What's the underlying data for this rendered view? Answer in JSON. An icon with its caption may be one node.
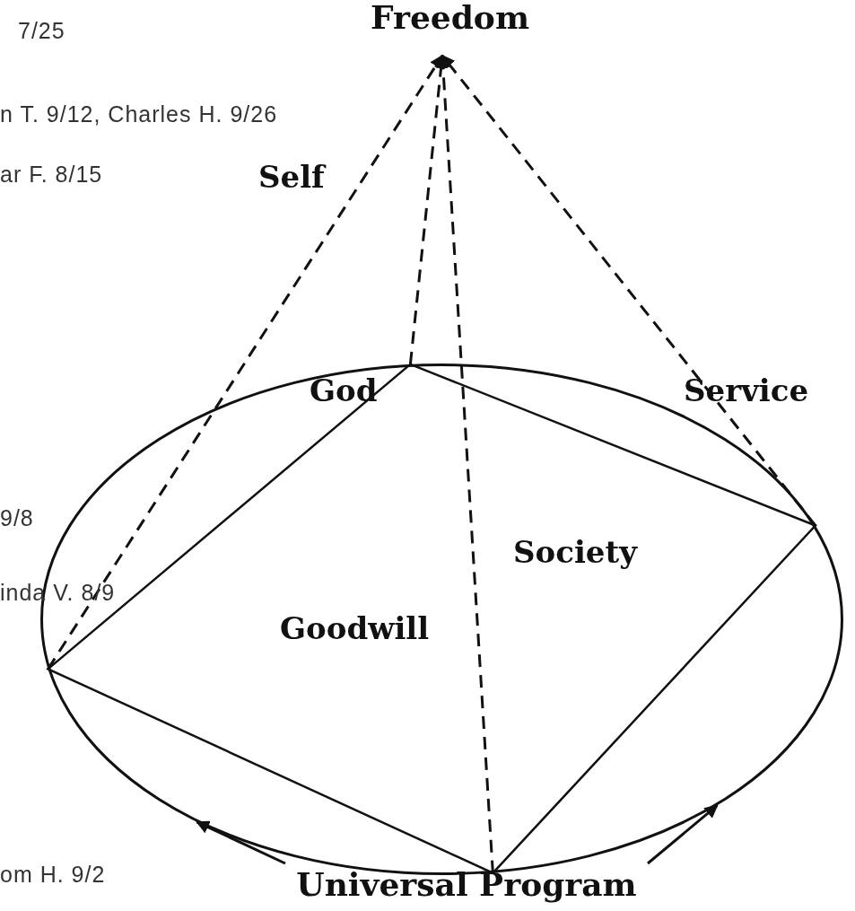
{
  "diagram": {
    "nodes": [
      {
        "text": [
          "Freedom"
        ]
      },
      {
        "text": [],
        "shape": "ellipse"
      },
      {
        "text": [
          "Universal Program"
        ]
      }
    ],
    "edges": [
      {
        "from": 1,
        "to": 0,
        "arrow": "to",
        "style": "dashed"
      },
      {
        "from": 1,
        "to": 0,
        "arrow": "to",
        "style": "dashed"
      },
      {
        "from": 1,
        "to": 0,
        "arrow": "to",
        "style": "dashed"
      },
      {
        "from": 1,
        "to": 0,
        "arrow": "to",
        "style": "dashed"
      },
      {
        "from": 2,
        "to": 1,
        "arrow": "to"
      },
      {
        "from": 2,
        "to": 1,
        "arrow": "to"
      }
    ],
    "labels": [
      "7/25",
      "n T. 9/12, Charles H. 9/26",
      "Self",
      "ar F. 8/15",
      "God",
      "Service",
      "9/8",
      "Society",
      "inda V. 8/9",
      "Goodwill",
      "om H. 9/2"
    ]
  }
}
